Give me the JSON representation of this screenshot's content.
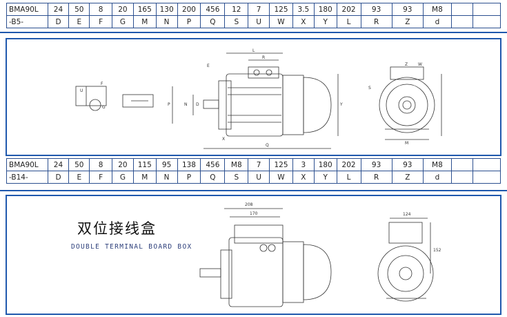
{
  "table_b5": {
    "row1": [
      "BMA90L",
      "24",
      "50",
      "8",
      "20",
      "165",
      "130",
      "200",
      "456",
      "12",
      "7",
      "125",
      "3.5",
      "180",
      "202",
      "93",
      "93",
      "M8",
      "",
      ""
    ],
    "row2": [
      "-B5-",
      "D",
      "E",
      "F",
      "G",
      "M",
      "N",
      "P",
      "Q",
      "S",
      "U",
      "W",
      "X",
      "Y",
      "L",
      "R",
      "Z",
      "d",
      "",
      ""
    ]
  },
  "drawing_b14": {
    "dim_labels": [
      "L",
      "R",
      "E",
      "P",
      "N",
      "D",
      "F",
      "U",
      "X",
      "Q",
      "Y",
      "Z",
      "W",
      "S",
      "M",
      "G"
    ]
  },
  "table_b14": {
    "row1": [
      "BMA90L",
      "24",
      "50",
      "8",
      "20",
      "115",
      "95",
      "138",
      "456",
      "M8",
      "7",
      "125",
      "3",
      "180",
      "202",
      "93",
      "93",
      "M8",
      "",
      ""
    ],
    "row2": [
      "-B14-",
      "D",
      "E",
      "F",
      "G",
      "M",
      "N",
      "P",
      "Q",
      "S",
      "U",
      "W",
      "X",
      "Y",
      "L",
      "R",
      "Z",
      "d",
      "",
      ""
    ]
  },
  "double_box": {
    "title": "双位接线盒",
    "subtitle": "DOUBLE TERMINAL BOARD BOX",
    "dims": [
      "208",
      "170",
      "124",
      "152"
    ]
  }
}
